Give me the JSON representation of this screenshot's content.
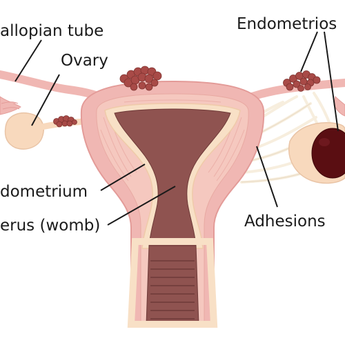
{
  "labels": {
    "fallopian_tube": "allopian tube",
    "ovary": "Ovary",
    "endometriosis": "Endometrios",
    "endometrium": "dometrium",
    "uterus": "erus (womb)",
    "adhesions": "Adhesions"
  },
  "colors": {
    "outer_tissue": "#f0b7b3",
    "outer_stroke": "#e39b98",
    "muscle_layer": "#f5c8bf",
    "endometrium_lining": "#f8e0c6",
    "cavity": "#8f5350",
    "cavity_dark": "#6e3a38",
    "ovary": "#f8d9bd",
    "lesion": "#a84a47",
    "lesion_light": "#c8706a",
    "cyst": "#5a0e12",
    "adhesion_band": "#f7eede",
    "leader_line": "#1a1a1a"
  }
}
